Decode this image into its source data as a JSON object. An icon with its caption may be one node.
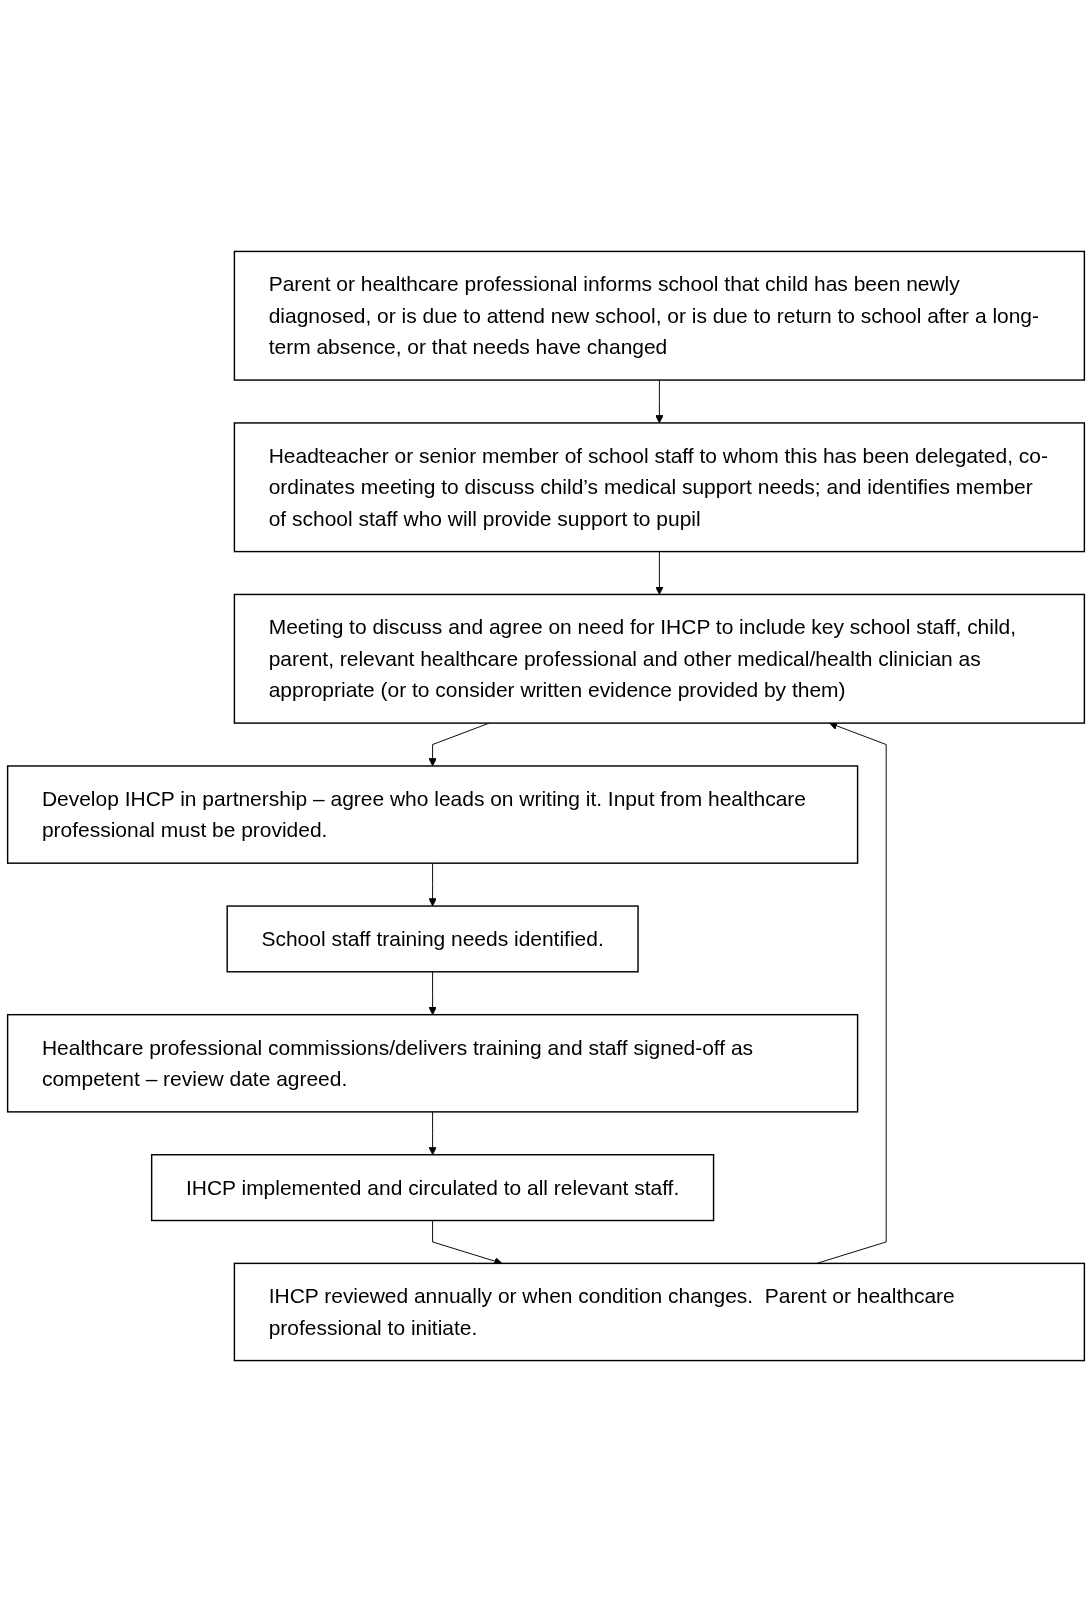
{
  "diagram": {
    "nodes": [
      {
        "text": [
          "Parent or healthcare professional informs school that child has been newly diagnosed, or is due to attend new school, or is due to return to school after a long-term absence, or that needs have changed"
        ]
      },
      {
        "text": [
          "Headteacher or senior member of school staff to whom this has been delegated, co-ordinates meeting to discuss child’s medical support needs; and identifies member of school staff who will provide support to pupil"
        ]
      },
      {
        "text": [
          "Meeting to discuss and agree on need for IHCP to include key school staff, child, parent, relevant healthcare professional and other medical/health clinician as appropriate (or to consider written evidence provided by them)"
        ]
      },
      {
        "text": [
          "Develop IHCP in partnership – agree who leads on writing it. Input from healthcare professional must be provided."
        ]
      },
      {
        "text": [
          "School staff training needs identified."
        ]
      },
      {
        "text": [
          "Healthcare professional commissions/delivers training and staff signed-off as competent – review date agreed."
        ]
      },
      {
        "text": [
          "IHCP implemented and circulated to all relevant staff."
        ]
      },
      {
        "text": [
          "IHCP reviewed annually or when condition changes.  Parent or healthcare professional to initiate."
        ]
      }
    ],
    "edges": [
      {
        "from": 0,
        "to": 1,
        "arrow": "to"
      },
      {
        "from": 1,
        "to": 2,
        "arrow": "to"
      },
      {
        "from": 2,
        "to": 3,
        "arrow": "to"
      },
      {
        "from": 3,
        "to": 4,
        "arrow": "to"
      },
      {
        "from": 4,
        "to": 5,
        "arrow": "to"
      },
      {
        "from": 5,
        "to": 6,
        "arrow": "to"
      },
      {
        "from": 6,
        "to": 7,
        "arrow": "to"
      },
      {
        "from": 7,
        "to": 2,
        "arrow": "to"
      }
    ]
  }
}
